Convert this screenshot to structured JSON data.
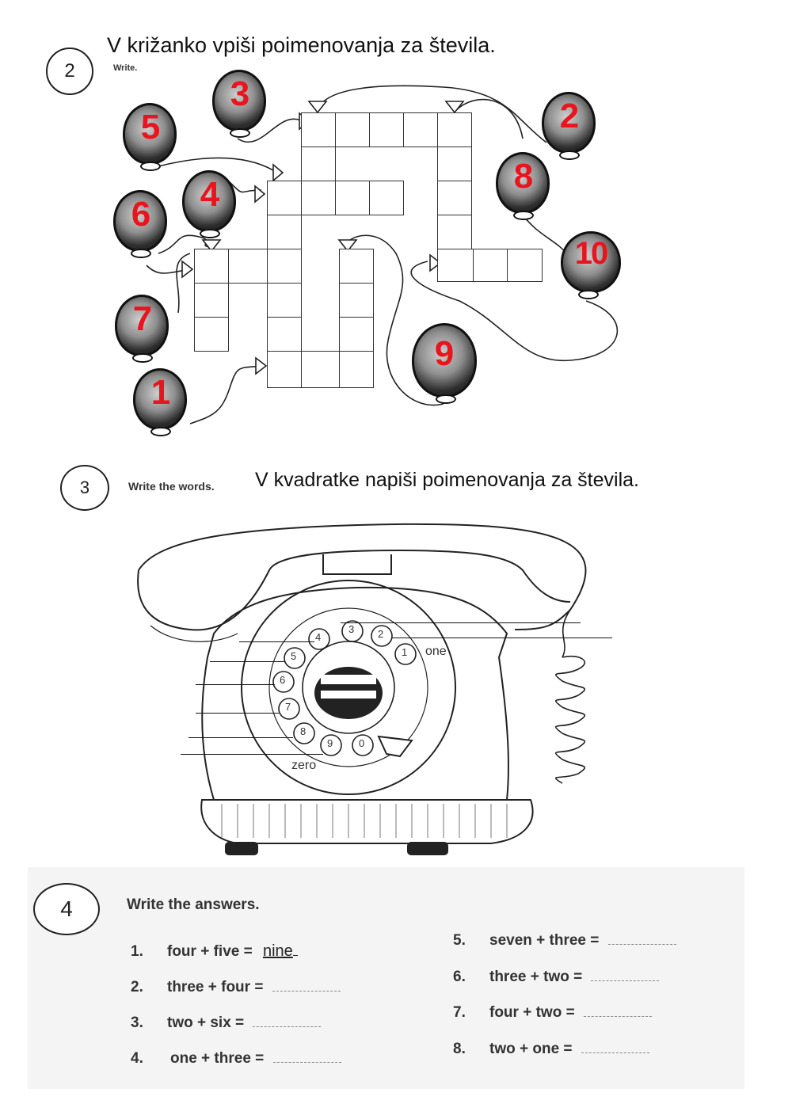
{
  "section2": {
    "number": "2",
    "title": "V križanko vpiši poimenovanja za števila.",
    "subtitle": "Write.",
    "balloons": [
      "3",
      "5",
      "4",
      "6",
      "7",
      "1",
      "2",
      "8",
      "10",
      "9"
    ]
  },
  "section3": {
    "number": "3",
    "subtitle": "Write the words.",
    "title": "V kvadratke napiši poimenovanja za števila.",
    "dial_digits": [
      "4",
      "3",
      "2",
      "5",
      "1",
      "6",
      "7",
      "8",
      "9",
      "0"
    ],
    "label_one": "one",
    "label_zero": "zero"
  },
  "section4": {
    "number": "4",
    "title": "Write the answers.",
    "items": [
      {
        "n": "1.",
        "expr": "four + five =",
        "answer": "nine"
      },
      {
        "n": "2.",
        "expr": "three + four =",
        "answer": ""
      },
      {
        "n": "3.",
        "expr": "two + six =",
        "answer": ""
      },
      {
        "n": "4.",
        "expr": "one + three =",
        "answer": ""
      },
      {
        "n": "5.",
        "expr": "seven + three =",
        "answer": ""
      },
      {
        "n": "6.",
        "expr": "three + two =",
        "answer": ""
      },
      {
        "n": "7.",
        "expr": "four + two =",
        "answer": ""
      },
      {
        "n": "8.",
        "expr": "two + one =",
        "answer": ""
      }
    ]
  }
}
